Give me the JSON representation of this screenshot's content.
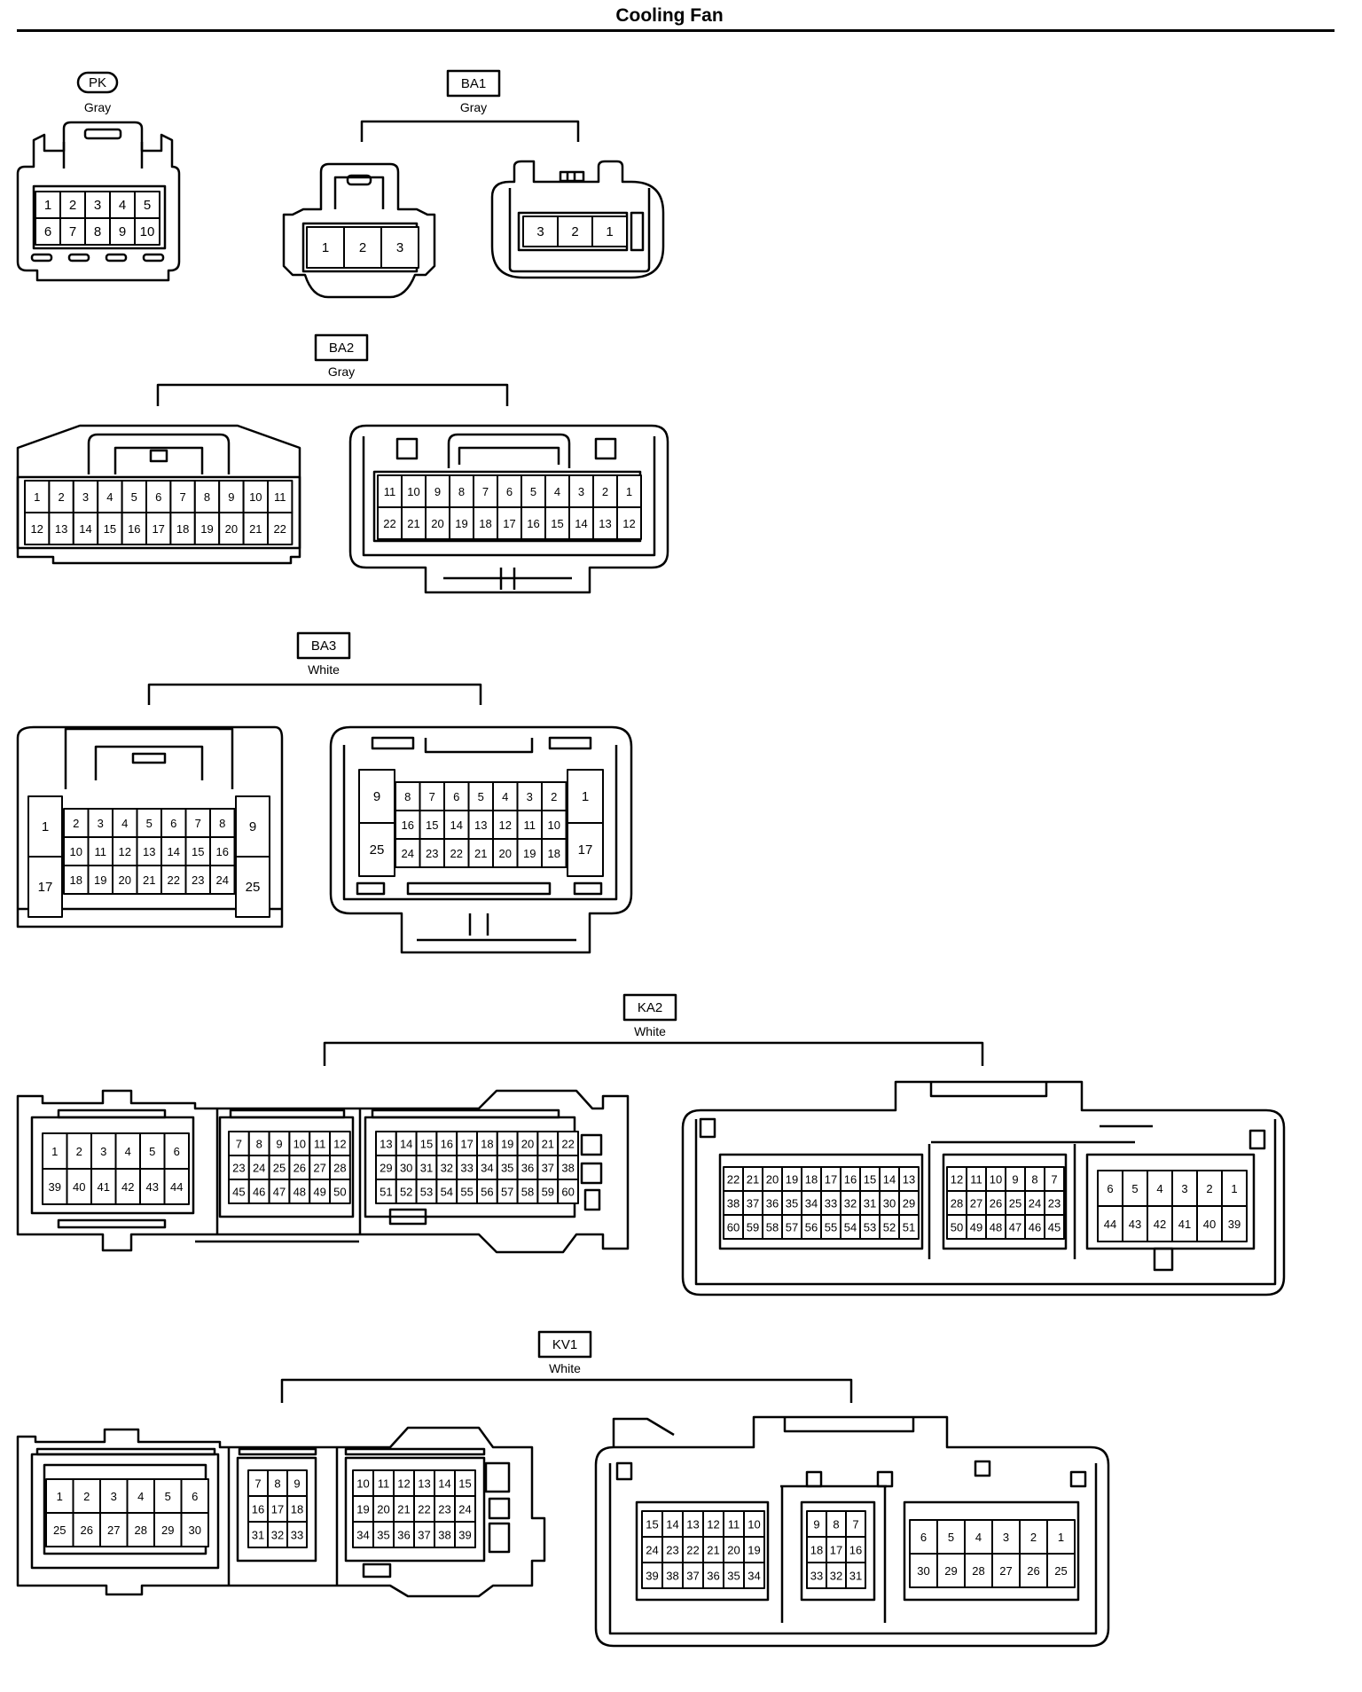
{
  "title": "Cooling Fan",
  "connectors": [
    {
      "code": "PK",
      "color": "Gray",
      "views": [
        {
          "rows": [
            [
              "1",
              "2",
              "3",
              "4",
              "5"
            ],
            [
              "6",
              "7",
              "8",
              "9",
              "10"
            ]
          ]
        }
      ]
    },
    {
      "code": "BA1",
      "color": "Gray",
      "views": [
        {
          "rows": [
            [
              "1",
              "2",
              "3"
            ]
          ]
        },
        {
          "rows": [
            [
              "3",
              "2",
              "1"
            ]
          ]
        }
      ]
    },
    {
      "code": "BA2",
      "color": "Gray",
      "views": [
        {
          "rows": [
            [
              "1",
              "2",
              "3",
              "4",
              "5",
              "6",
              "7",
              "8",
              "9",
              "10",
              "11"
            ],
            [
              "12",
              "13",
              "14",
              "15",
              "16",
              "17",
              "18",
              "19",
              "20",
              "21",
              "22"
            ]
          ]
        },
        {
          "rows": [
            [
              "11",
              "10",
              "9",
              "8",
              "7",
              "6",
              "5",
              "4",
              "3",
              "2",
              "1"
            ],
            [
              "22",
              "21",
              "20",
              "19",
              "18",
              "17",
              "16",
              "15",
              "14",
              "13",
              "12"
            ]
          ]
        }
      ]
    },
    {
      "code": "BA3",
      "color": "White",
      "views": [
        {
          "rows": [
            [
              "2",
              "3",
              "4",
              "5",
              "6",
              "7",
              "8"
            ],
            [
              "10",
              "11",
              "12",
              "13",
              "14",
              "15",
              "16"
            ],
            [
              "18",
              "19",
              "20",
              "21",
              "22",
              "23",
              "24"
            ]
          ],
          "side_left": [
            "1",
            "17"
          ],
          "side_right": [
            "9",
            "25"
          ]
        },
        {
          "rows": [
            [
              "8",
              "7",
              "6",
              "5",
              "4",
              "3",
              "2"
            ],
            [
              "16",
              "15",
              "14",
              "13",
              "12",
              "11",
              "10"
            ],
            [
              "24",
              "23",
              "22",
              "21",
              "20",
              "19",
              "18"
            ]
          ],
          "side_left": [
            "9",
            "25"
          ],
          "side_right": [
            "1",
            "17"
          ]
        }
      ]
    },
    {
      "code": "KA2",
      "color": "White",
      "views": [
        {
          "blocks": [
            [
              [
                "1",
                "2",
                "3",
                "4",
                "5",
                "6"
              ],
              [
                "39",
                "40",
                "41",
                "42",
                "43",
                "44"
              ]
            ],
            [
              [
                "7",
                "8",
                "9",
                "10",
                "11",
                "12"
              ],
              [
                "23",
                "24",
                "25",
                "26",
                "27",
                "28"
              ],
              [
                "45",
                "46",
                "47",
                "48",
                "49",
                "50"
              ]
            ],
            [
              [
                "13",
                "14",
                "15",
                "16",
                "17",
                "18",
                "19",
                "20",
                "21",
                "22"
              ],
              [
                "29",
                "30",
                "31",
                "32",
                "33",
                "34",
                "35",
                "36",
                "37",
                "38"
              ],
              [
                "51",
                "52",
                "53",
                "54",
                "55",
                "56",
                "57",
                "58",
                "59",
                "60"
              ]
            ]
          ]
        },
        {
          "blocks": [
            [
              [
                "22",
                "21",
                "20",
                "19",
                "18",
                "17",
                "16",
                "15",
                "14",
                "13"
              ],
              [
                "38",
                "37",
                "36",
                "35",
                "34",
                "33",
                "32",
                "31",
                "30",
                "29"
              ],
              [
                "60",
                "59",
                "58",
                "57",
                "56",
                "55",
                "54",
                "53",
                "52",
                "51"
              ]
            ],
            [
              [
                "12",
                "11",
                "10",
                "9",
                "8",
                "7"
              ],
              [
                "28",
                "27",
                "26",
                "25",
                "24",
                "23"
              ],
              [
                "50",
                "49",
                "48",
                "47",
                "46",
                "45"
              ]
            ],
            [
              [
                "6",
                "5",
                "4",
                "3",
                "2",
                "1"
              ],
              [
                "44",
                "43",
                "42",
                "41",
                "40",
                "39"
              ]
            ]
          ]
        }
      ]
    },
    {
      "code": "KV1",
      "color": "White",
      "views": [
        {
          "blocks": [
            [
              [
                "1",
                "2",
                "3",
                "4",
                "5",
                "6"
              ],
              [
                "25",
                "26",
                "27",
                "28",
                "29",
                "30"
              ]
            ],
            [
              [
                "7",
                "8",
                "9"
              ],
              [
                "16",
                "17",
                "18"
              ],
              [
                "31",
                "32",
                "33"
              ]
            ],
            [
              [
                "10",
                "11",
                "12",
                "13",
                "14",
                "15"
              ],
              [
                "19",
                "20",
                "21",
                "22",
                "23",
                "24"
              ],
              [
                "34",
                "35",
                "36",
                "37",
                "38",
                "39"
              ]
            ]
          ]
        },
        {
          "blocks": [
            [
              [
                "15",
                "14",
                "13",
                "12",
                "11",
                "10"
              ],
              [
                "24",
                "23",
                "22",
                "21",
                "20",
                "19"
              ],
              [
                "39",
                "38",
                "37",
                "36",
                "35",
                "34"
              ]
            ],
            [
              [
                "9",
                "8",
                "7"
              ],
              [
                "18",
                "17",
                "16"
              ],
              [
                "33",
                "32",
                "31"
              ]
            ],
            [
              [
                "6",
                "5",
                "4",
                "3",
                "2",
                "1"
              ],
              [
                "30",
                "29",
                "28",
                "27",
                "26",
                "25"
              ]
            ]
          ]
        }
      ]
    }
  ]
}
